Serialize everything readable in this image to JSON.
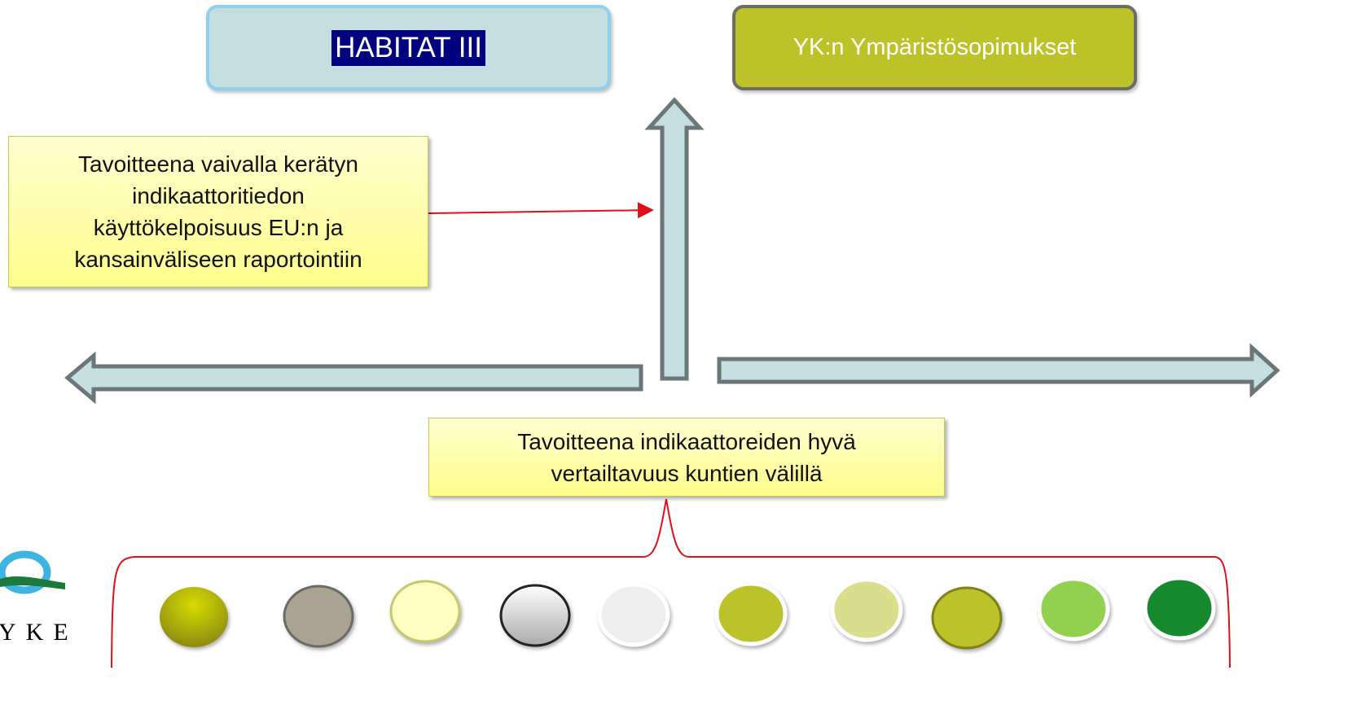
{
  "boxes": {
    "habitat": "HABITAT III",
    "un_conventions": "YK:n Ympäristösopimukset"
  },
  "notes": {
    "eu_reporting": "Tavoitteena vaivalla kerätyn\nindikaattoritiedon\nkäyttökelpoisuus EU:n ja\nkansainväliseen raportointiin",
    "comparability": "Tavoitteena indikaattoreiden hyvä\nvertailtavuus kuntien välillä"
  },
  "logo": {
    "text": "YKE"
  },
  "colors": {
    "arrow_fill": "#c5dedf",
    "arrow_stroke": "#6b7678",
    "connector_red": "#e0101a"
  },
  "circles": [
    {
      "fill": "#c2c300",
      "stroke": "none"
    },
    {
      "fill": "#aaa392",
      "stroke": "#6d6a63"
    },
    {
      "fill": "#ffffc4",
      "stroke": "#c6c86a"
    },
    {
      "fill": "#d0d0d0",
      "stroke": "#222222"
    },
    {
      "fill": "#eeeeee",
      "stroke": "#ffffff"
    },
    {
      "fill": "#bcc22a",
      "stroke": "#ffffff"
    },
    {
      "fill": "#d9de8c",
      "stroke": "#ffffff"
    },
    {
      "fill": "#bcc22a",
      "stroke": "#848018"
    },
    {
      "fill": "#92d050",
      "stroke": "#ffffff"
    },
    {
      "fill": "#178a30",
      "stroke": "#ffffff"
    }
  ]
}
